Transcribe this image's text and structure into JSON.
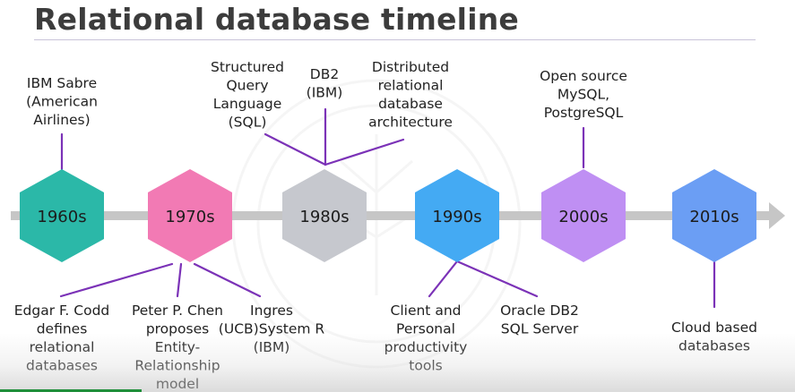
{
  "title": "Relational database timeline",
  "colors": {
    "axis": "#c6c6c6",
    "connector": "#7b32b7",
    "decade_1960s": "#2bb8a8",
    "decade_1970s": "#f27ab4",
    "decade_1980s": "#c6c8ce",
    "decade_1990s": "#44aaf3",
    "decade_2000s": "#bf8ff3",
    "decade_2010s": "#6b9ef4"
  },
  "decades": [
    {
      "label": "1960s",
      "color": "#2bb8a8"
    },
    {
      "label": "1970s",
      "color": "#f27ab4"
    },
    {
      "label": "1980s",
      "color": "#c6c8ce"
    },
    {
      "label": "1990s",
      "color": "#44aaf3"
    },
    {
      "label": "2000s",
      "color": "#bf8ff3"
    },
    {
      "label": "2010s",
      "color": "#6b9ef4"
    }
  ],
  "events_top": [
    {
      "decade": "1960s",
      "lines": [
        "IBM Sabre",
        "(American",
        "Airlines)"
      ]
    },
    {
      "decade": "1980s",
      "lines": [
        "Structured",
        "Query",
        "Language",
        "(SQL)"
      ]
    },
    {
      "decade": "1980s",
      "lines": [
        "DB2",
        "(IBM)"
      ]
    },
    {
      "decade": "1980s",
      "lines": [
        "Distributed",
        "relational",
        "database",
        "architecture"
      ]
    },
    {
      "decade": "2000s",
      "lines": [
        "Open source",
        "MySQL,",
        "PostgreSQL"
      ]
    }
  ],
  "events_bottom": [
    {
      "decade": "1970s",
      "lines": [
        "Edgar F. Codd",
        "defines",
        "relational",
        "databases"
      ]
    },
    {
      "decade": "1970s",
      "lines": [
        "Peter P. Chen",
        "proposes",
        "Entity-",
        "Relationship",
        "model"
      ]
    },
    {
      "decade": "1970s",
      "lines": [
        "Ingres",
        "(UCB)System R",
        "(IBM)"
      ]
    },
    {
      "decade": "1990s",
      "lines": [
        "Client and",
        "Personal",
        "productivity",
        "tools"
      ]
    },
    {
      "decade": "1990s",
      "lines": [
        "Oracle DB2",
        "SQL Server"
      ]
    },
    {
      "decade": "2010s",
      "lines": [
        "Cloud based",
        "databases"
      ]
    }
  ]
}
